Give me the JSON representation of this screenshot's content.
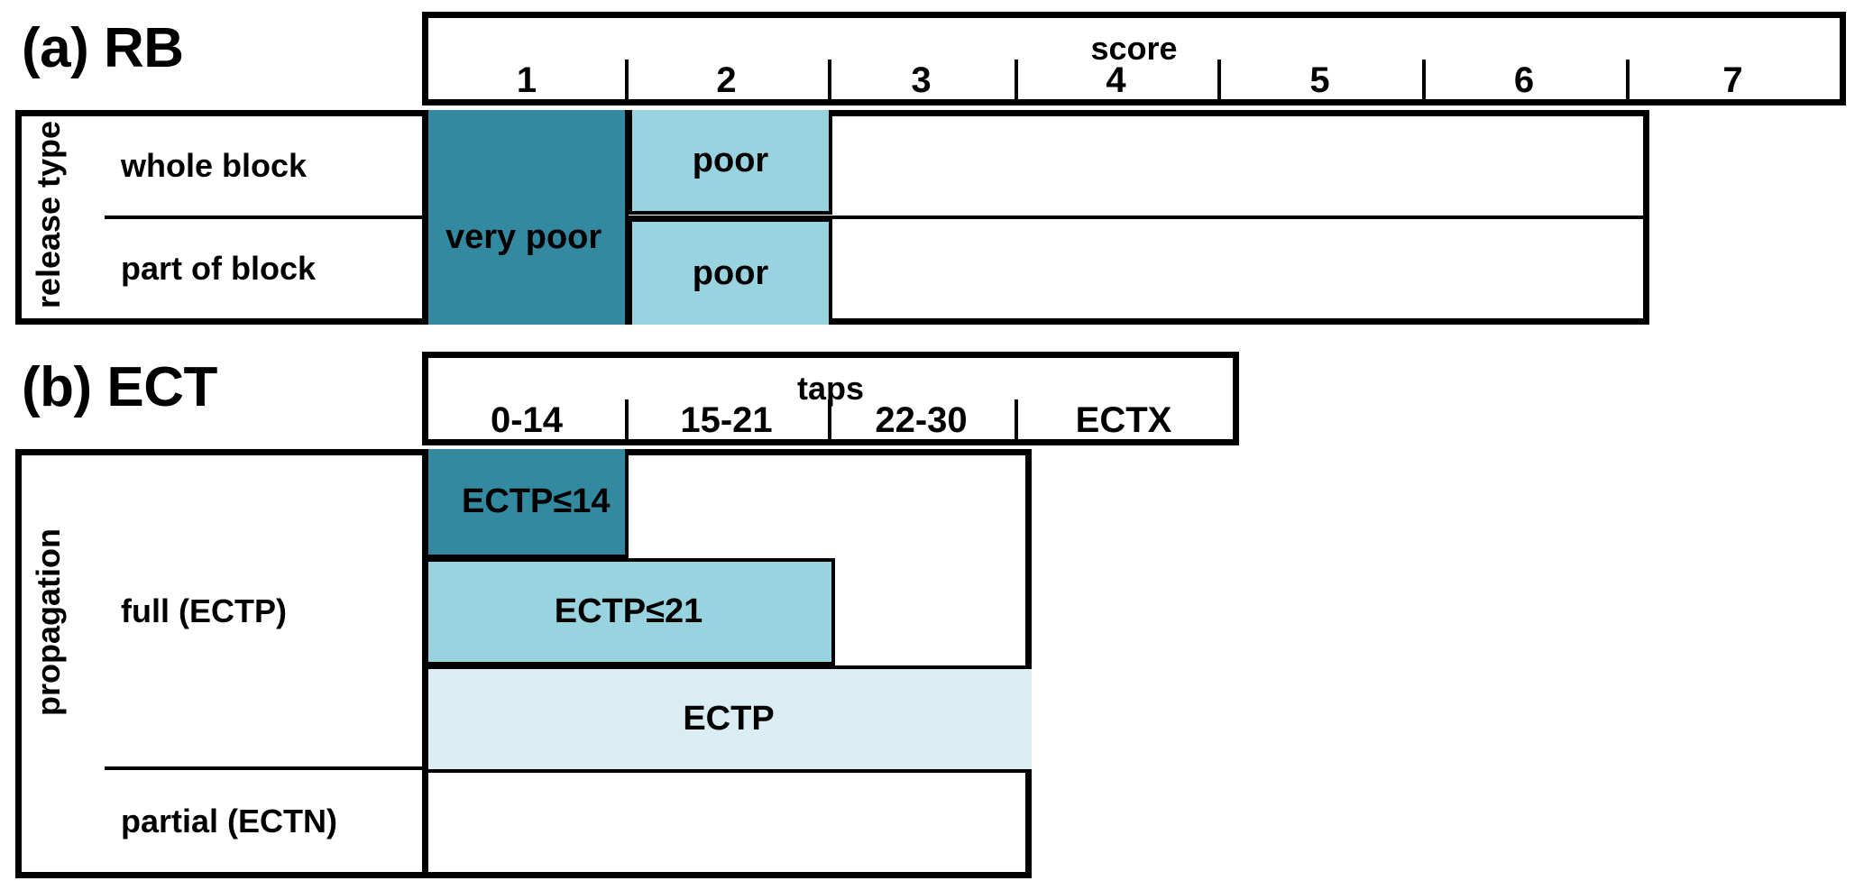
{
  "panels": [
    {
      "caption": "(a) RB",
      "header": {
        "group_title": "score",
        "columns": [
          "1",
          "2",
          "3",
          "4",
          "5",
          "6",
          "7"
        ]
      },
      "axis_label": "release type",
      "rows": [
        {
          "label": "whole block"
        },
        {
          "label": "part of block"
        }
      ],
      "bars": [
        {
          "text": "very  poor",
          "color_key": "dark"
        },
        {
          "text": "poor",
          "color_key": "medium"
        },
        {
          "text": "poor",
          "color_key": "medium"
        }
      ]
    },
    {
      "caption": "(b) ECT",
      "header": {
        "group_title": "taps",
        "columns": [
          "0-14",
          "15-21",
          "22-30",
          "ECTX"
        ]
      },
      "axis_label": "propagation",
      "rows": [
        {
          "label": "full (ECTP)"
        },
        {
          "label": "partial (ECTN)"
        }
      ],
      "bars": [
        {
          "text": "ECTP≤14",
          "color_key": "dark"
        },
        {
          "text": "ECTP≤21",
          "color_key": "medium"
        },
        {
          "text": "ECTP",
          "color_key": "light"
        }
      ]
    }
  ],
  "colors": {
    "dark": "#3389a0",
    "medium": "#9ad3e0",
    "light": "#daedf3",
    "line": "#000000",
    "background": "#ffffff"
  }
}
